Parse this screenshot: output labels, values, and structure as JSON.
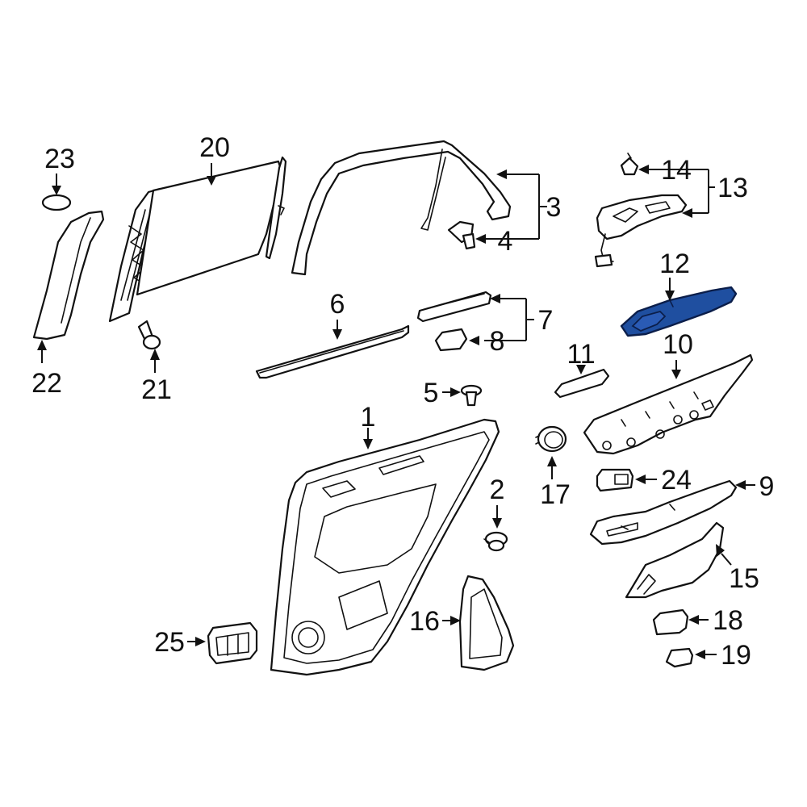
{
  "diagram": {
    "callouts": [
      "1",
      "2",
      "3",
      "4",
      "5",
      "6",
      "7",
      "8",
      "9",
      "10",
      "11",
      "12",
      "13",
      "14",
      "15",
      "16",
      "17",
      "18",
      "19",
      "20",
      "21",
      "22",
      "23",
      "24",
      "25"
    ],
    "highlighted_part": "12",
    "colors": {
      "highlight": "#1f4fa0",
      "line": "#111111",
      "background": "#ffffff"
    }
  }
}
